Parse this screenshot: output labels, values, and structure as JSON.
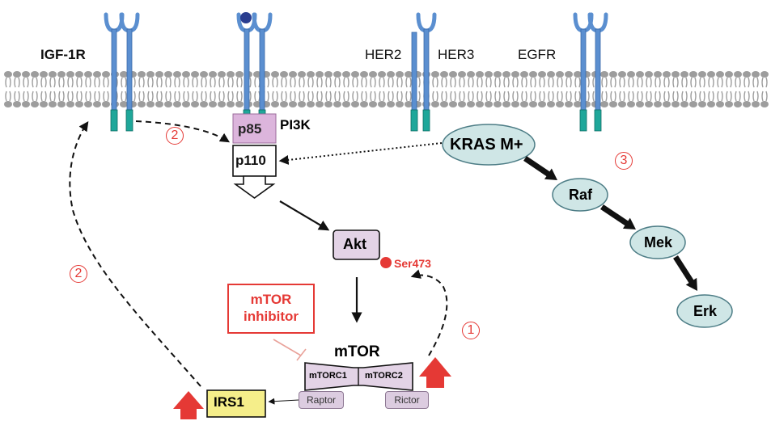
{
  "receptors": {
    "igf1r": "IGF-1R",
    "her2": "HER2",
    "her3": "HER3",
    "egfr": "EGFR"
  },
  "pi3k": {
    "label": "PI3K",
    "p85": "p85",
    "p110": "p110"
  },
  "kras": "KRAS M+",
  "raf": "Raf",
  "mek": "Mek",
  "erk": "Erk",
  "akt": "Akt",
  "ser473": "Ser473",
  "inhibitor": {
    "line1": "mTOR",
    "line2": "inhibitor"
  },
  "mtor": {
    "label": "mTOR",
    "mtorc1": "mTORC1",
    "mtorc2": "mTORC2",
    "raptor": "Raptor",
    "rictor": "Rictor"
  },
  "irs1": "IRS1",
  "steps": {
    "one": "1",
    "two_a": "2",
    "two_b": "2",
    "three": "3"
  },
  "colors": {
    "receptor": "#5b8fd0",
    "tail": "#1fa79a",
    "red": "#e53935",
    "ellipse_fill": "#cfe6e6",
    "purple_fill": "#e3d3e6",
    "irs_fill": "#f5ee8a"
  }
}
